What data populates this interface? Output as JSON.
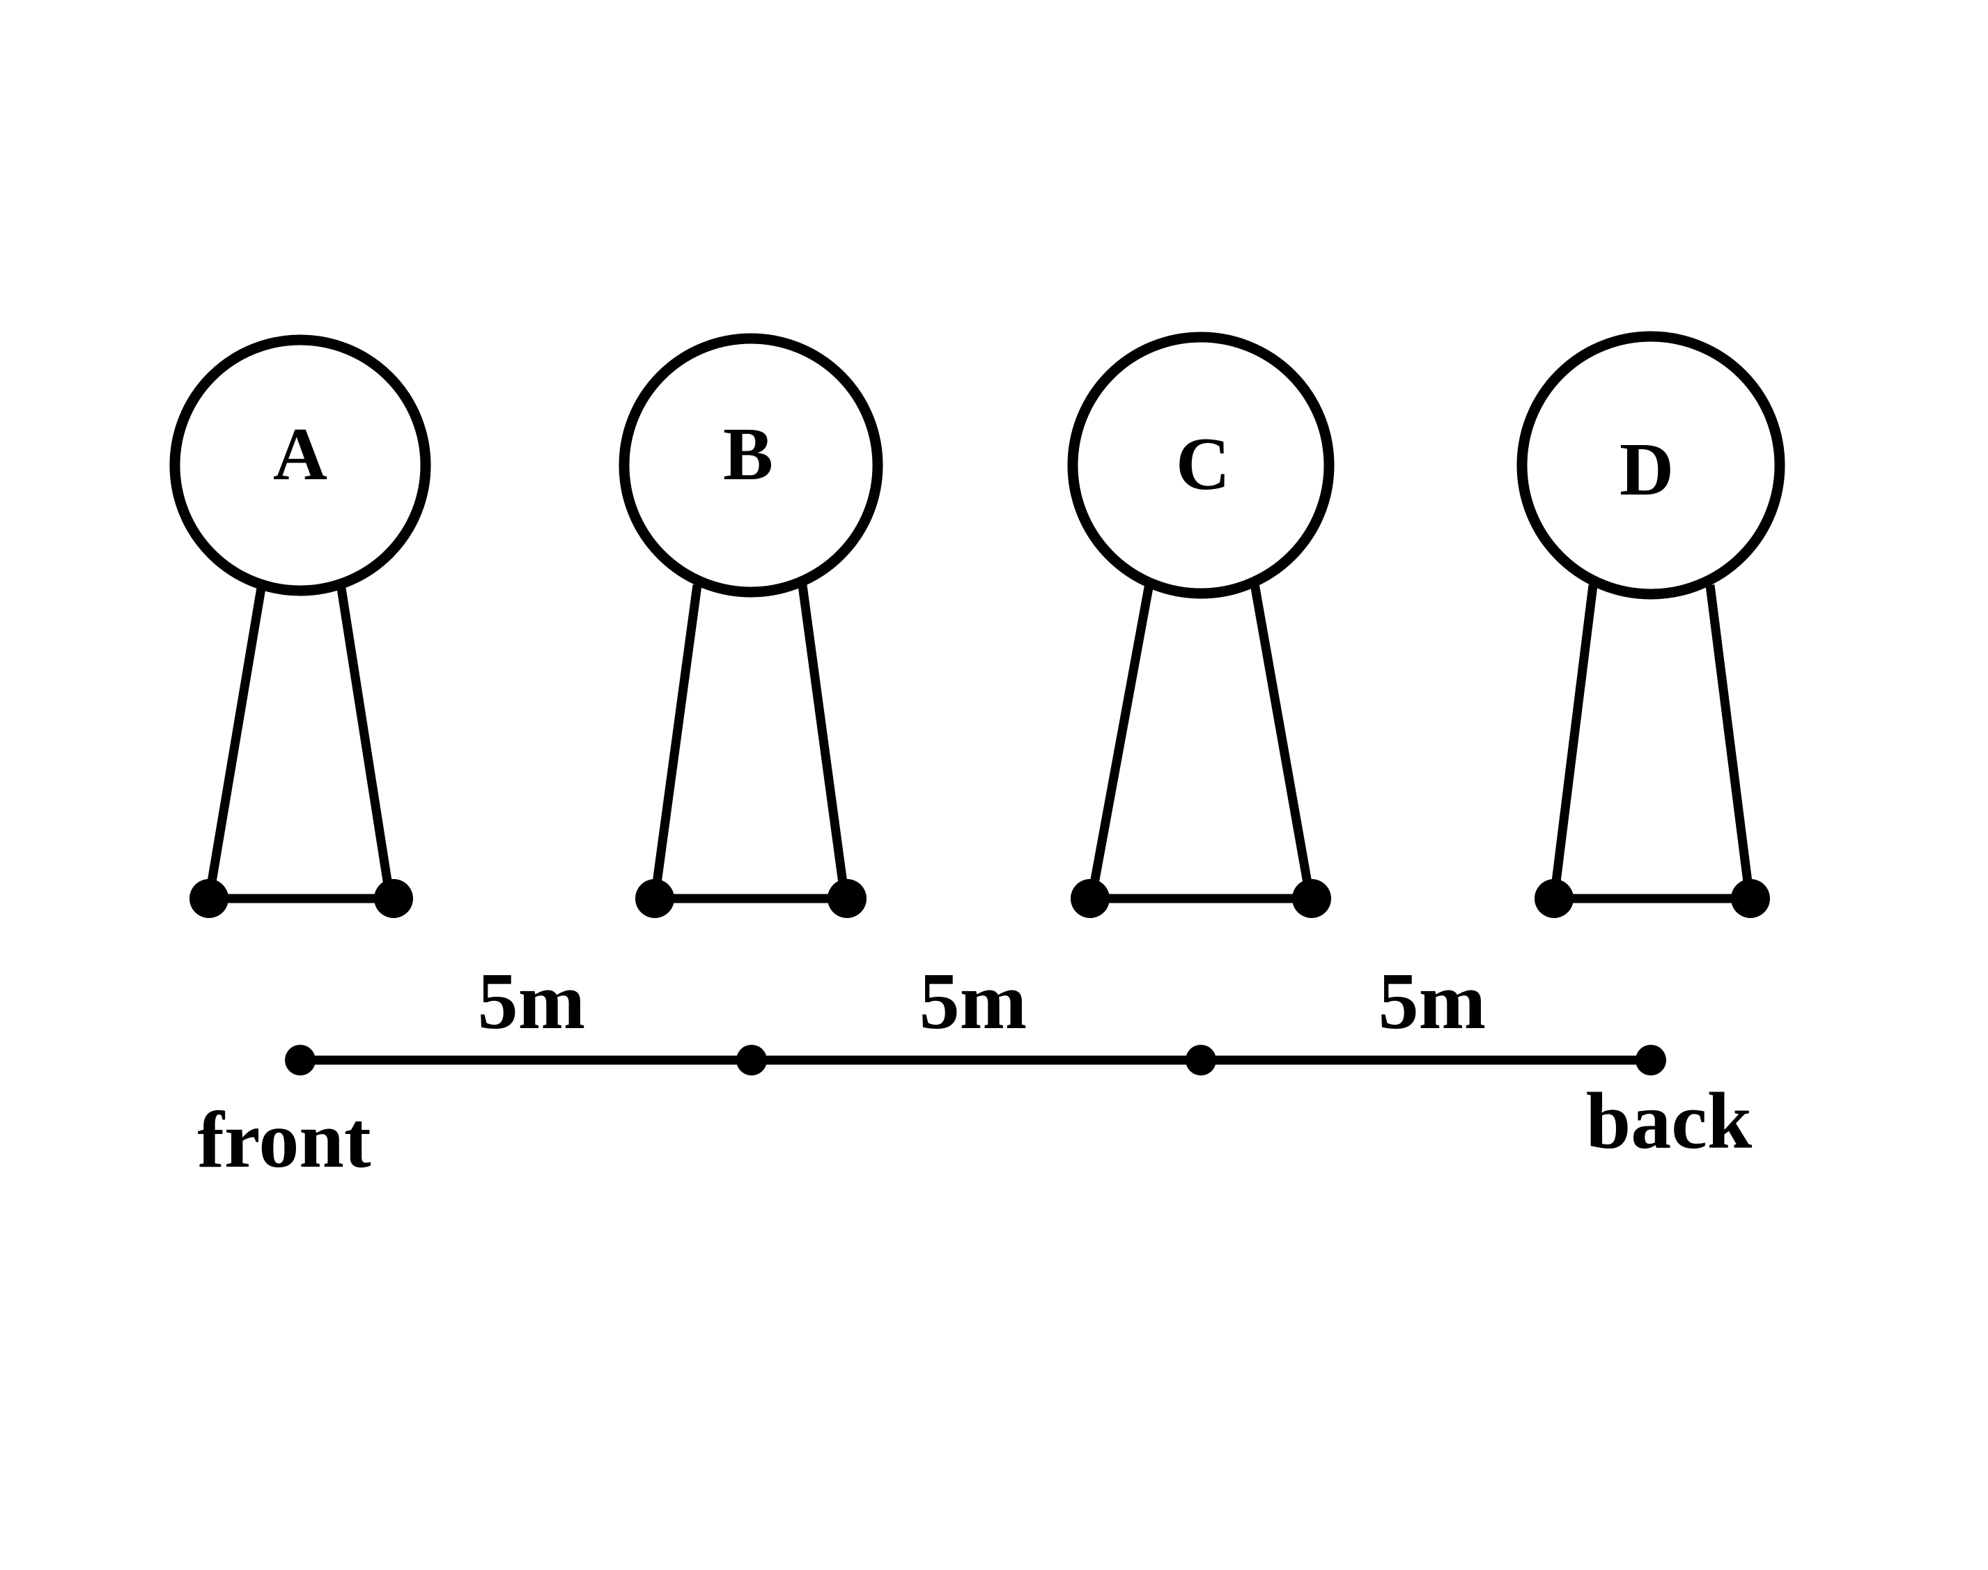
{
  "figures": [
    {
      "id": "a",
      "label": "A"
    },
    {
      "id": "b",
      "label": "B"
    },
    {
      "id": "c",
      "label": "C"
    },
    {
      "id": "d",
      "label": "D"
    }
  ],
  "distances": [
    "5m",
    "5m",
    "5m"
  ],
  "ends": {
    "front": "front",
    "back": "back"
  },
  "colors": {
    "line": "#000000",
    "background": "#ffffff"
  }
}
